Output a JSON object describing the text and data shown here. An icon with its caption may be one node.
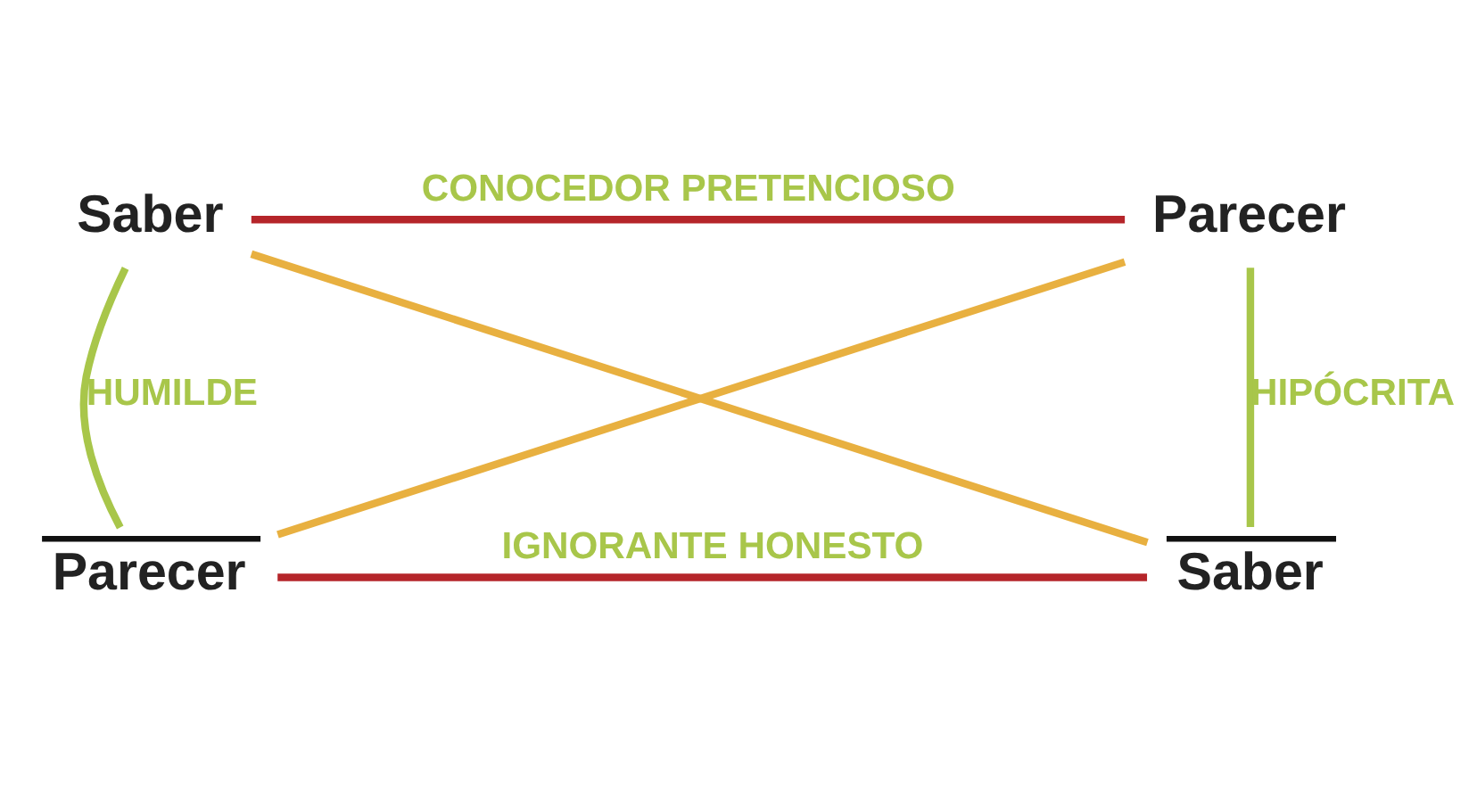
{
  "diagram": {
    "nodes": [
      {
        "text": [
          "Saber"
        ]
      },
      {
        "text": [
          "Parecer"
        ]
      },
      {
        "text": [
          "Parecer"
        ]
      },
      {
        "text": [
          "Saber"
        ]
      }
    ],
    "edges": [
      {
        "from": 0,
        "to": 1,
        "arrow": "none",
        "label": "CONOCEDOR PRETENCIOSO",
        "color": "#b5252a"
      },
      {
        "from": 0,
        "to": 2,
        "arrow": "none",
        "label": "HUMILDE",
        "color": "#a8c64a"
      },
      {
        "from": 1,
        "to": 3,
        "arrow": "none",
        "label": "HIPÓCRITA",
        "color": "#a8c64a"
      },
      {
        "from": 0,
        "to": 3,
        "arrow": "none",
        "color": "#e8b040"
      },
      {
        "from": 1,
        "to": 2,
        "arrow": "none",
        "color": "#e8b040"
      },
      {
        "from": 2,
        "to": 3,
        "arrow": "none",
        "label": "IGNORANTE HONESTO",
        "color": "#b5252a"
      }
    ]
  }
}
